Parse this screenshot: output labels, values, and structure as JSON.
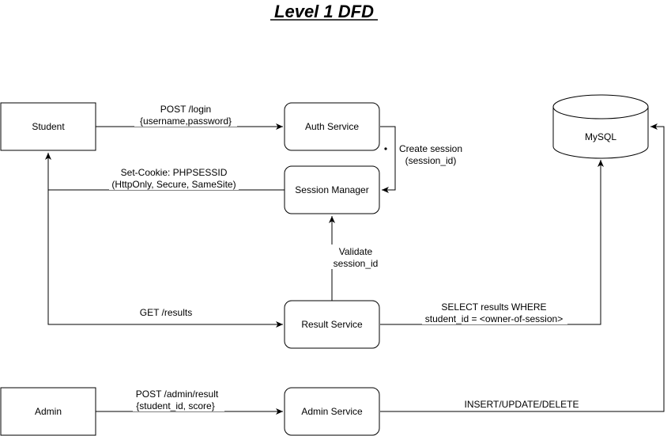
{
  "title": "Level 1 DFD",
  "nodes": {
    "student": "Student",
    "auth_service": "Auth Service",
    "session_manager": "Session Manager",
    "result_service": "Result Service",
    "admin": "Admin",
    "admin_service": "Admin Service",
    "mysql": "MySQL"
  },
  "edges": {
    "login_line1": "POST /login",
    "login_line2": "{username,password}",
    "cookie_line1": "Set-Cookie: PHPSESSID",
    "cookie_line2": "(HttpOnly, Secure, SameSite)",
    "create_line1": "Create session",
    "create_line2": "(session_id)",
    "validate_line1": "Validate",
    "validate_line2": "session_id",
    "get_results": "GET /results",
    "select_line1": "SELECT results WHERE",
    "select_line2": "student_id = <owner-of-session>",
    "admin_post_line1": "POST /admin/result",
    "admin_post_line2": "{student_id, score}",
    "iud": "INSERT/UPDATE/DELETE"
  }
}
